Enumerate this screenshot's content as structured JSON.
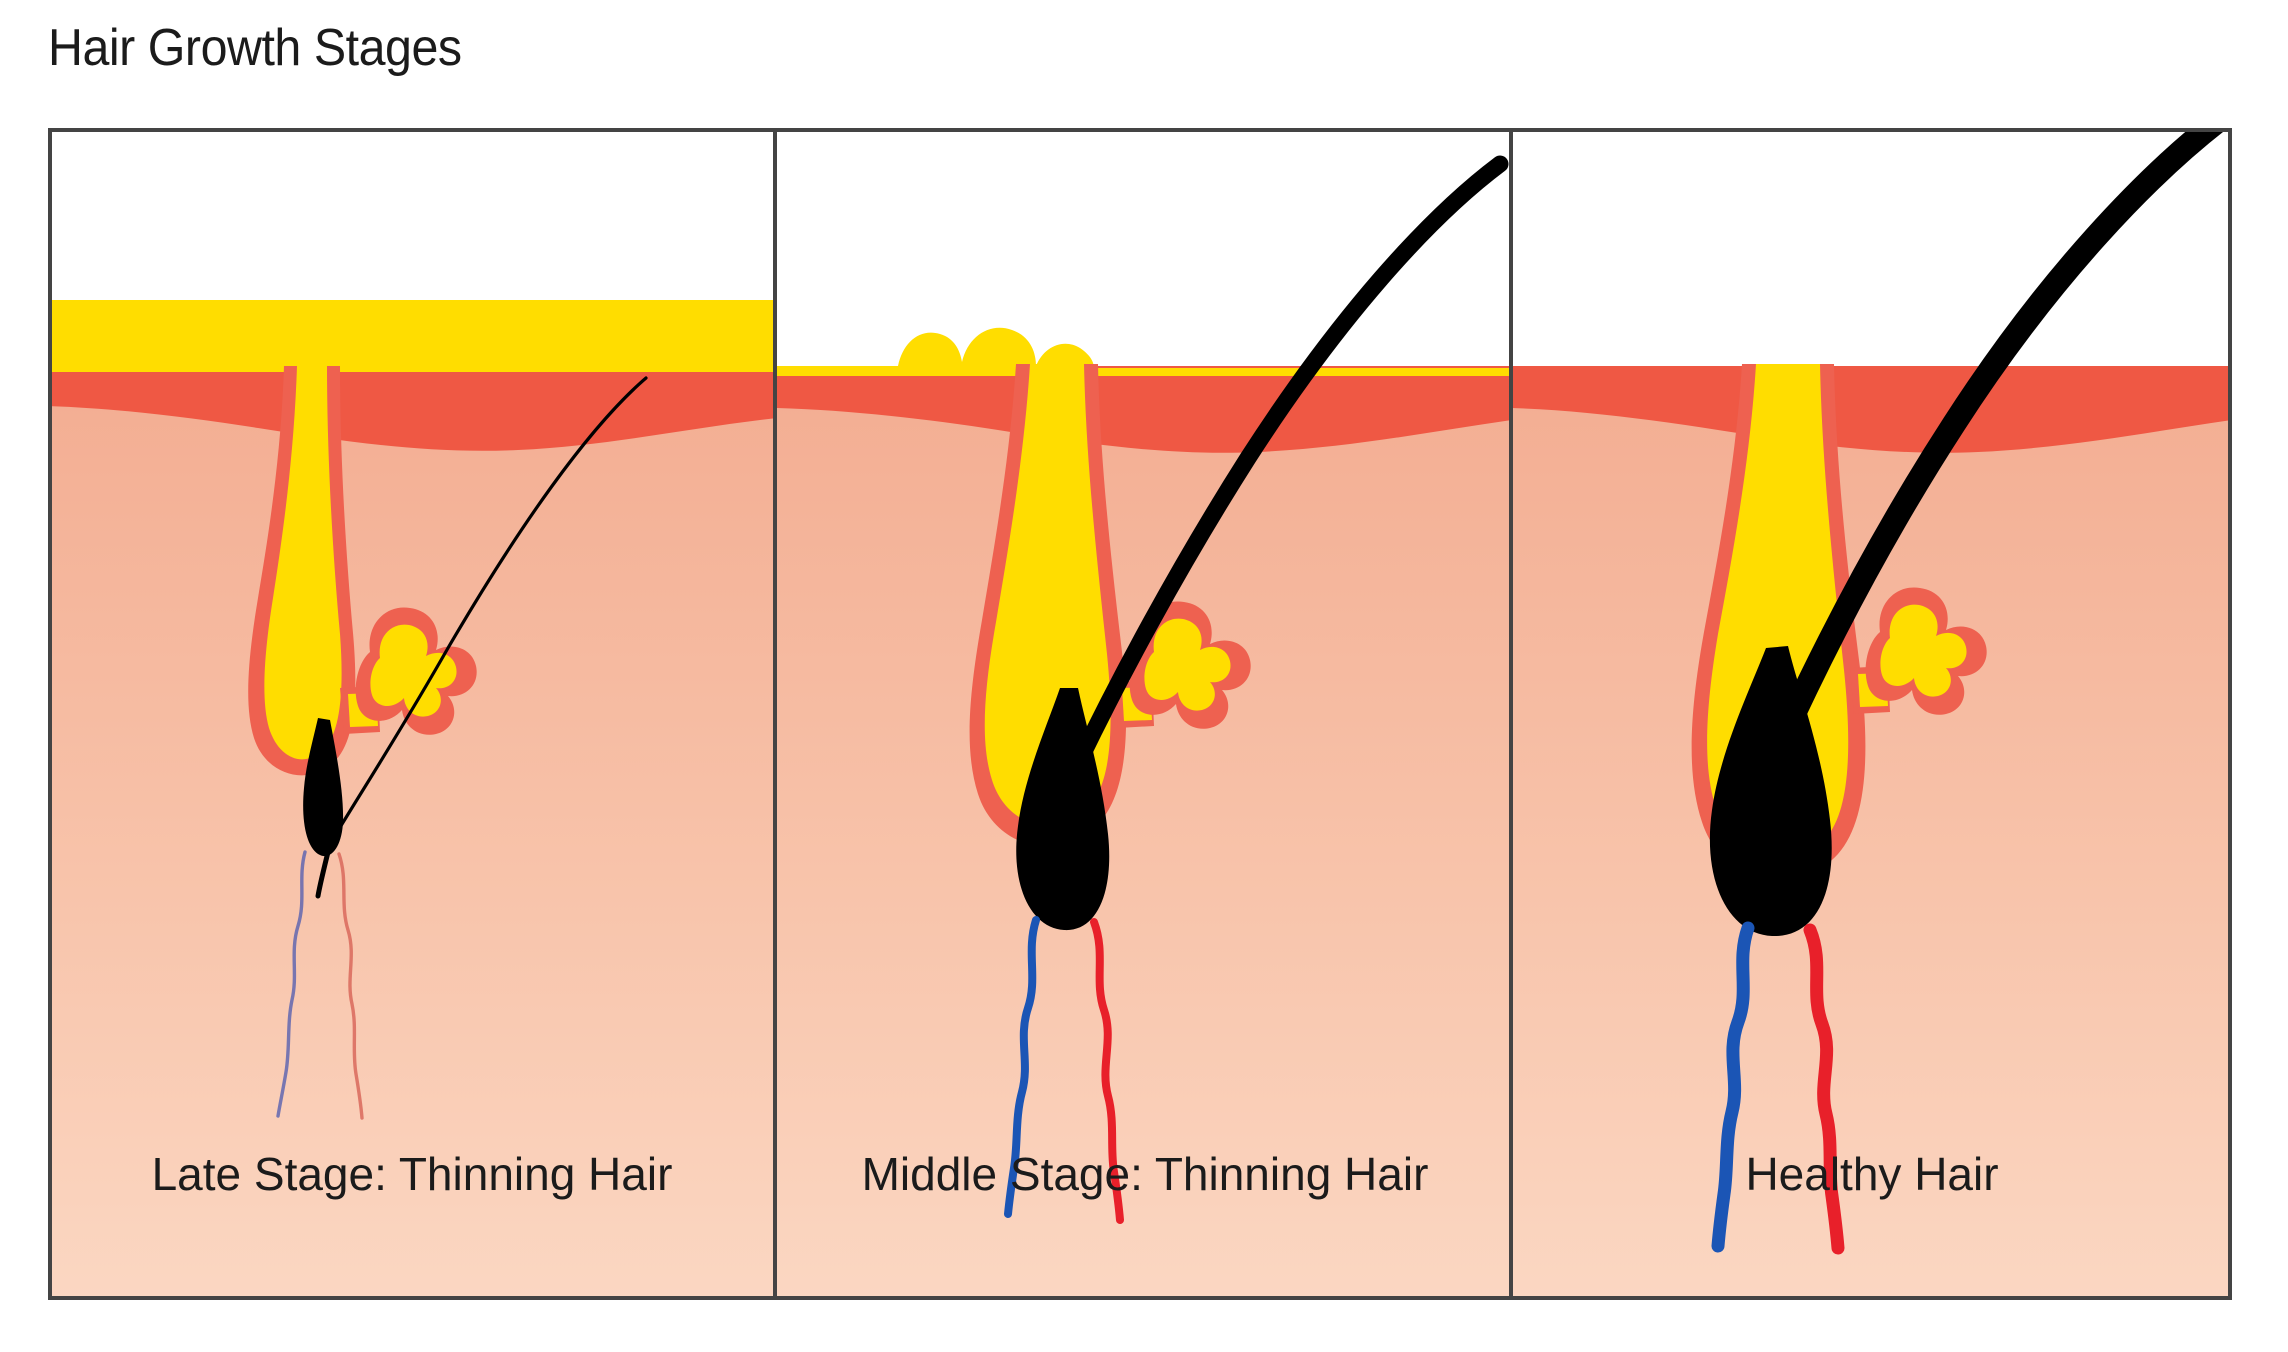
{
  "title": "Hair Growth Stages",
  "figure": {
    "panels": [
      {
        "id": "late-stage",
        "caption": "Late Stage: Thinning Hair",
        "hair_thickness": "very thin",
        "sebum_surface": "continuous thick band",
        "bulb_size": "atrophied / narrow",
        "vessels": "thin and faded"
      },
      {
        "id": "middle-stage",
        "caption": "Middle Stage: Thinning Hair",
        "hair_thickness": "medium",
        "sebum_surface": "lumpy mound near follicle",
        "bulb_size": "medium teardrop",
        "vessels": "medium, vivid"
      },
      {
        "id": "healthy",
        "caption": "Healthy Hair",
        "hair_thickness": "thick",
        "sebum_surface": "none at surface",
        "bulb_size": "large full bulb",
        "vessels": "thick, vivid"
      }
    ],
    "layers": [
      {
        "name": "air",
        "color": "#ffffff"
      },
      {
        "name": "sebum",
        "color": "#FFDD00"
      },
      {
        "name": "dermis",
        "color": "#EF5844"
      },
      {
        "name": "subcutaneous-tissue",
        "color": "#F7BCA2"
      },
      {
        "name": "hair-shaft",
        "color": "#000000"
      },
      {
        "name": "follicle-sheath-outline",
        "color": "#EE6150"
      },
      {
        "name": "sebaceous-gland-fill",
        "color": "#FFDD00"
      },
      {
        "name": "vein",
        "color": "#1B55B5"
      },
      {
        "name": "artery",
        "color": "#E8202A"
      }
    ],
    "frame_border_color": "#444444"
  }
}
